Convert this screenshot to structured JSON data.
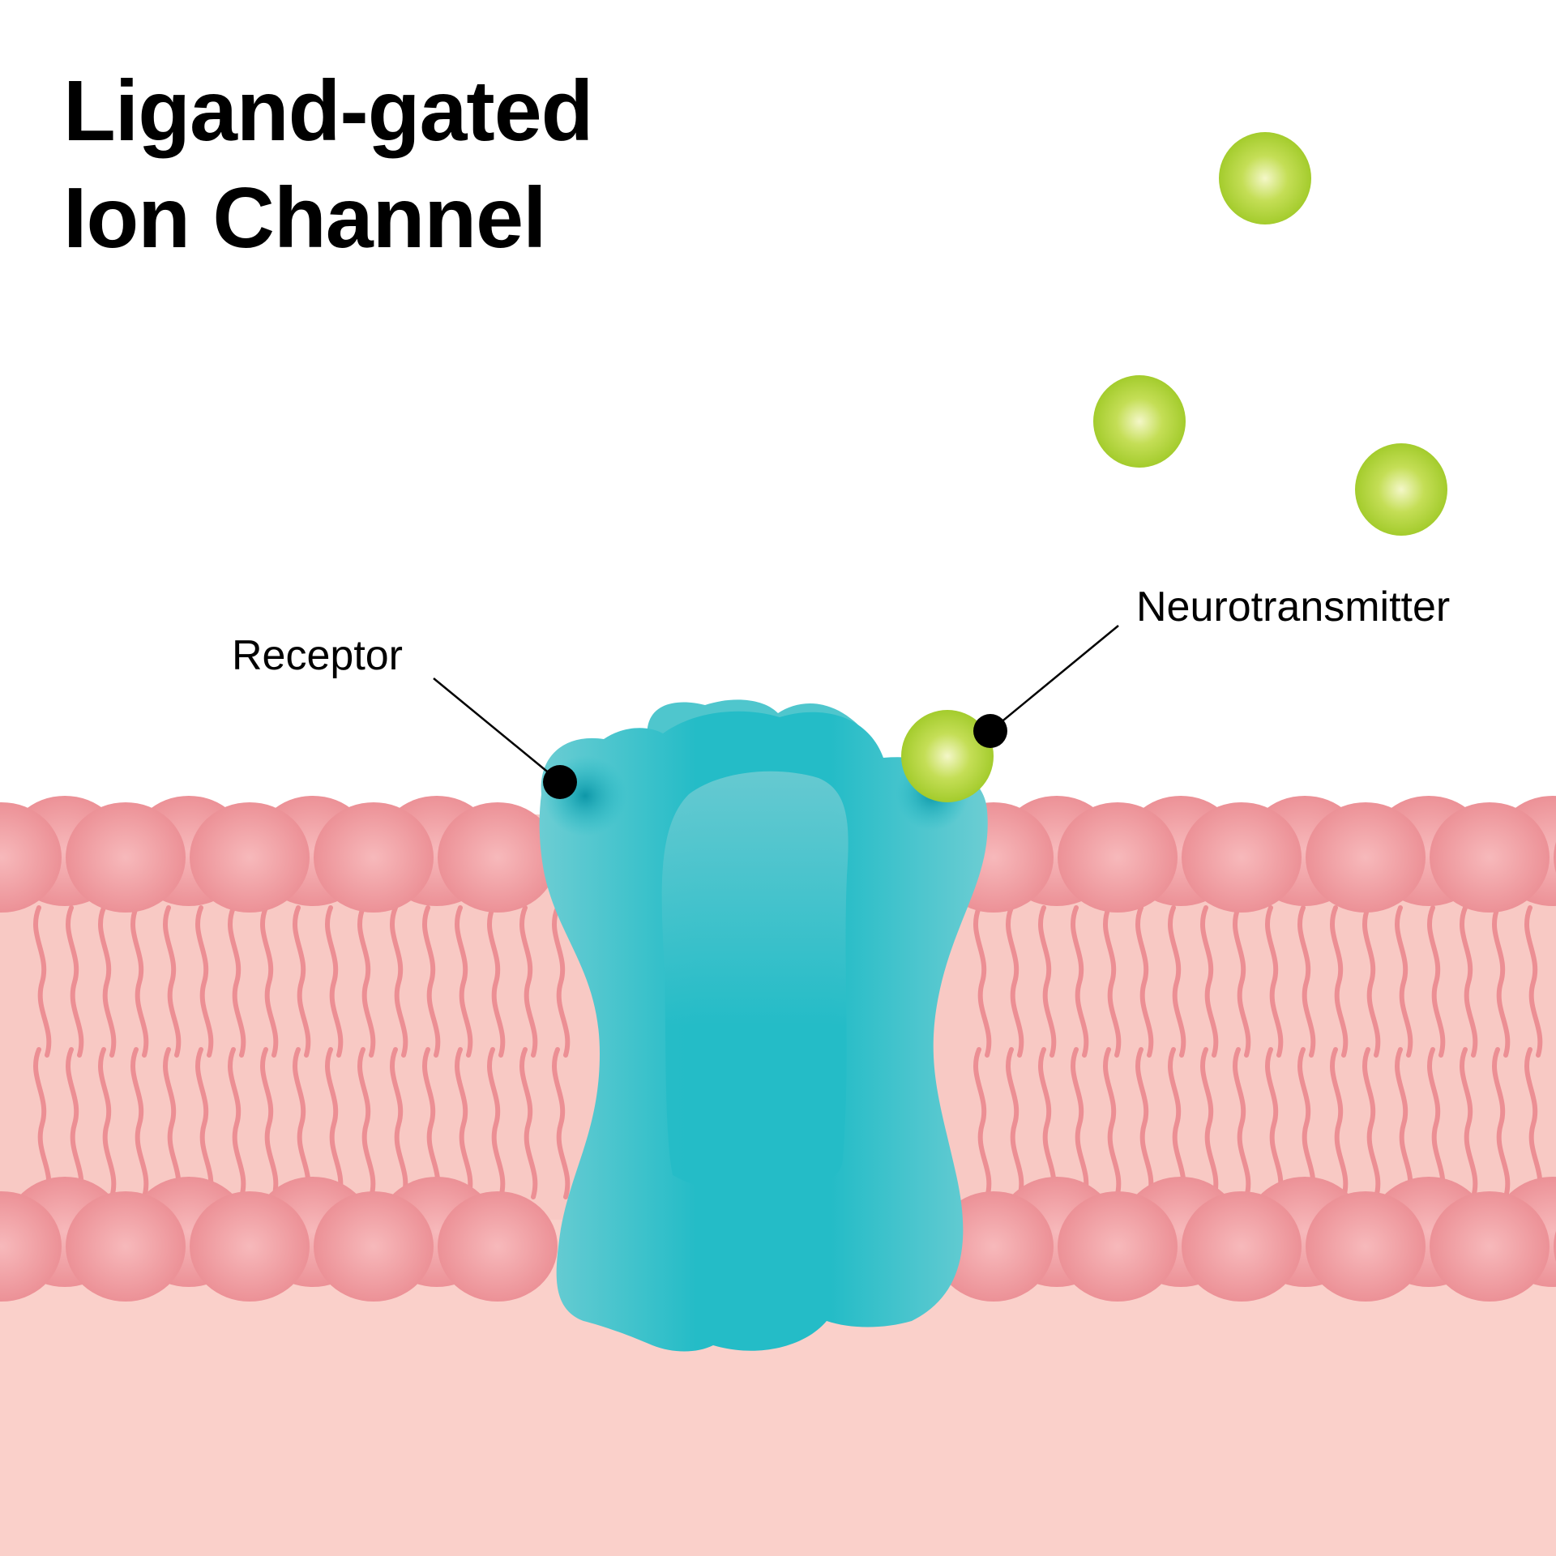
{
  "title": {
    "line1": "Ligand-gated",
    "line2": "Ion Channel"
  },
  "labels": {
    "receptor": "Receptor",
    "neurotransmitter": "Neurotransmitter"
  },
  "colors": {
    "background": "#ffffff",
    "membrane_band": "#f8c9c4",
    "intracellular": "#fad0ca",
    "lipid_head": "#ec8f94",
    "lipid_tail": "#ec8f94",
    "channel_protein": "#24bcc7",
    "neurotransmitter": "#a8cf2c",
    "text": "#000000"
  },
  "icons": {
    "channel": "ion-channel-protein",
    "ligand": "neurotransmitter-molecule",
    "lipid": "phospholipid"
  }
}
